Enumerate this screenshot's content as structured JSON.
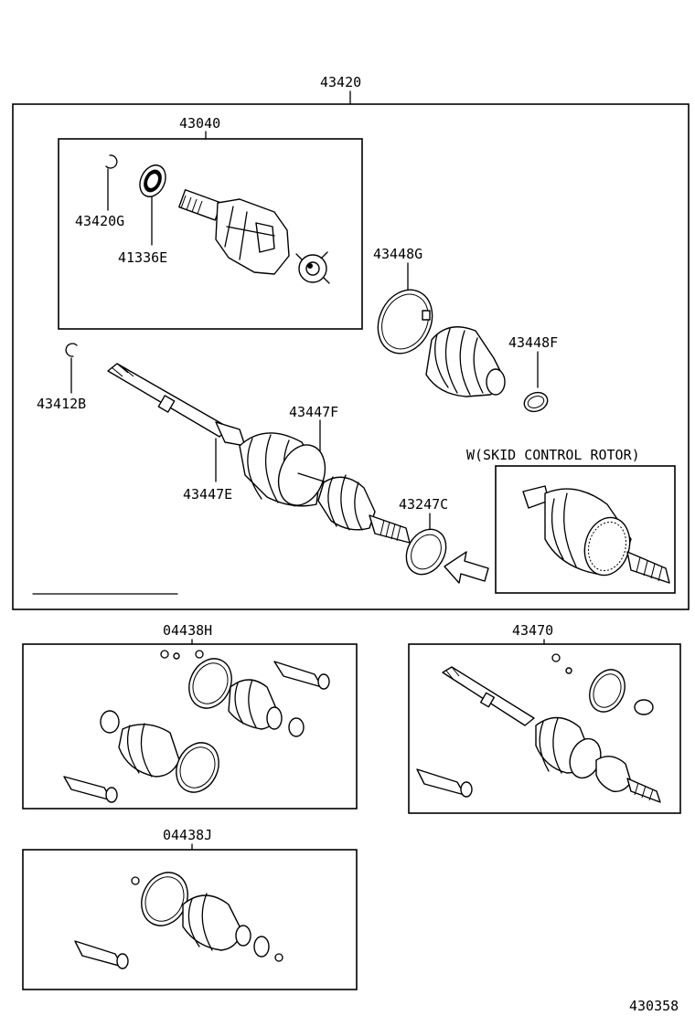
{
  "labels": {
    "assembly": "43420",
    "inboard_joint": "43040",
    "snap_ring_g": "43420G",
    "dust_deflector": "41336E",
    "clamp_g": "43448G",
    "clamp_f": "43448F",
    "snap_ring_b": "43412B",
    "boot_f": "43447F",
    "boot_e": "43447E",
    "dust_deflector_c": "43247C",
    "skid_control_note": "W(SKID CONTROL ROTOR)",
    "boot_kit_h": "04438H",
    "shaft_assembly": "43470",
    "boot_kit_j": "04438J",
    "diagram_number": "430358"
  }
}
